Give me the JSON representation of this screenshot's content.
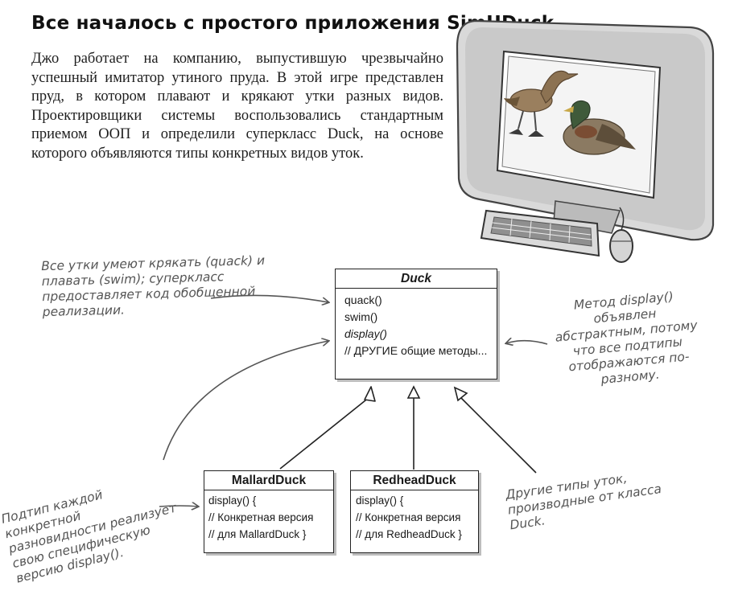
{
  "heading": "Все началось с простого приложения SimUDuck",
  "intro": "Джо работает на компанию, выпустившую чрезвычайно успешный имитатор утиного пруда. В этой игре представлен пруд, в котором плавают и крякают утки разных видов. Проектировщики системы воспользовались стандартным приемом ООП и определили суперкласс Duck, на основе которого объявляются типы конкретных видов уток.",
  "classes": {
    "duck": {
      "name": "Duck",
      "methods": [
        "quack()",
        "swim()",
        "display()",
        "// ДРУГИЕ общие методы..."
      ]
    },
    "mallard": {
      "name": "MallardDuck",
      "methods": [
        "display() {",
        "// Конкретная версия",
        "// для MallardDuck }"
      ]
    },
    "redhead": {
      "name": "RedheadDuck",
      "methods": [
        "display() {",
        "// Конкретная версия",
        "// для RedheadDuck }"
      ]
    }
  },
  "notes": {
    "superclass": "Все утки умеют крякать (quack) и плавать (swim); суперкласс предоставляет код обобщенной реализации.",
    "display_abstract": "Метод display() объявлен абстрактным, потому что все подтипы отображаются по-разному.",
    "subtype": "Подтип каждой конкретной разновидности реализует свою специфическую версию display().",
    "other_types": "Другие типы уток, производные от класса Duck."
  },
  "colors": {
    "ink": "#222222",
    "handwriting": "#555555",
    "shadow": "#bdbdbd"
  }
}
